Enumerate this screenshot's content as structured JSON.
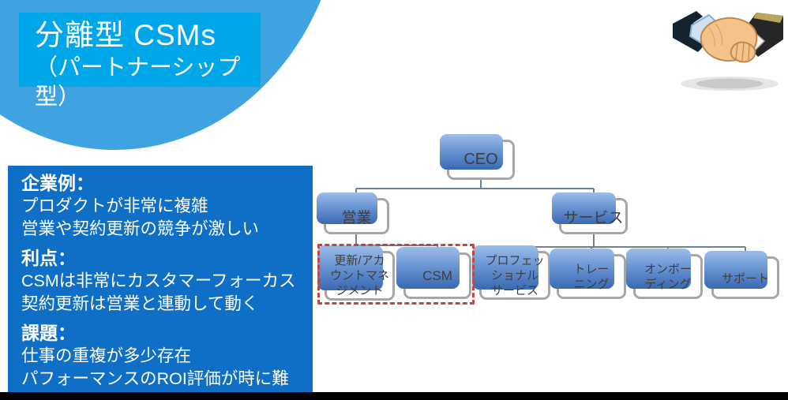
{
  "slide_title": {
    "line1": "分離型 CSMs",
    "line2": "（パートナーシップ型）"
  },
  "info_panel": {
    "sections": [
      {
        "heading": "企業例：",
        "line1": "プロダクトが非常に複雑",
        "line2": "営業や契約更新の競争が激しい"
      },
      {
        "heading": "利点：",
        "line1": "CSMは非常にカスタマーフォーカス",
        "line2": "契約更新は営業と連動して動く"
      },
      {
        "heading": "課題：",
        "line1": "仕事の重複が多少存在",
        "line2": "パフォーマンスのROI評価が時に難しい"
      }
    ]
  },
  "org_chart": {
    "nodes": {
      "ceo": "CEO",
      "sales": "営業",
      "service": "サービス",
      "renewal": "更新/アカ\nウントマネ\nジメント",
      "csm": "CSM",
      "professional": "プロフェッ\nショナル\nサービス",
      "training": "トレー\nニング",
      "onboarding": "オンボー\nディング",
      "support": "サポート"
    },
    "highlight": "renewal + CSM (red dashed box)"
  },
  "icons": {
    "handshake": "handshake-icon"
  },
  "colors": {
    "ellipse_blue": "#3fa3e2",
    "title_bg": "#00a7e8",
    "info_bg": "#0f6fc6",
    "node_border": "#a6a6a6",
    "node_shadow_top": "#9cbdea",
    "node_shadow_bottom": "#3a69b2",
    "connector": "#6f8196",
    "highlight_border": "#bf4743",
    "footer_bar": "#000000"
  }
}
